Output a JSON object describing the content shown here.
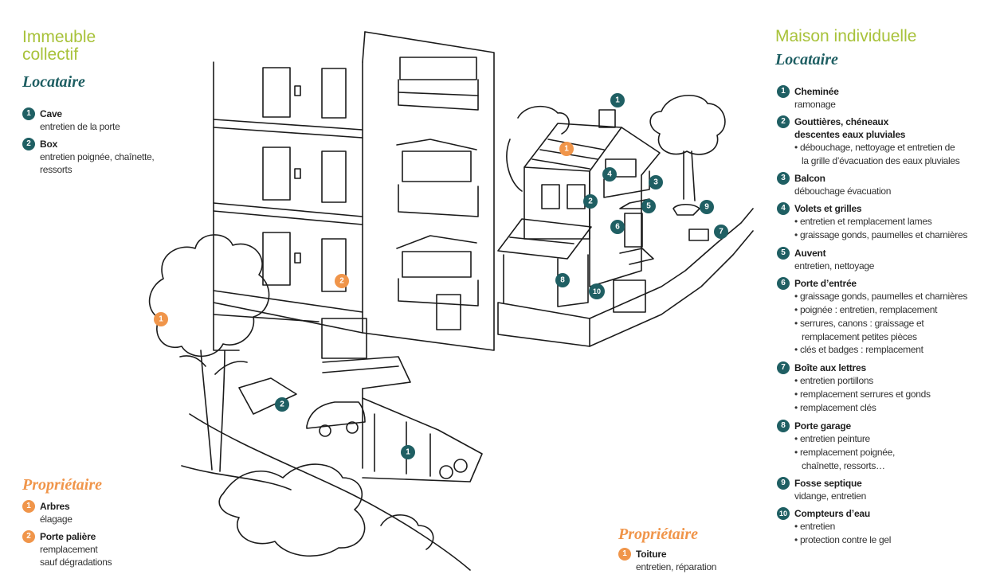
{
  "left": {
    "section_title_l1": "Immeuble",
    "section_title_l2": "collectif",
    "tenant_heading": "Locataire",
    "tenant_items": [
      {
        "num": "1",
        "title": "Cave",
        "desc": "entretien de la porte"
      },
      {
        "num": "2",
        "title": "Box",
        "desc_l1": "entretien poignée, chaînette,",
        "desc_l2": "ressorts"
      }
    ],
    "owner_heading": "Propriétaire",
    "owner_items": [
      {
        "num": "1",
        "title": "Arbres",
        "desc": "élagage"
      },
      {
        "num": "2",
        "title": "Porte palière",
        "desc_l1": "remplacement",
        "desc_l2": "sauf dégradations"
      }
    ]
  },
  "right": {
    "section_title": "Maison individuelle",
    "tenant_heading": "Locataire",
    "tenant_items": [
      {
        "num": "1",
        "title": "Cheminée",
        "desc": "ramonage"
      },
      {
        "num": "2",
        "title_l1": "Gouttières, chéneaux",
        "title_l2": "descentes eaux pluviales",
        "sub1_l1": "débouchage, nettoyage et entretien de",
        "sub1_l2": "la grille d’évacuation des eaux pluviales"
      },
      {
        "num": "3",
        "title": "Balcon",
        "desc": "débouchage évacuation"
      },
      {
        "num": "4",
        "title": "Volets et grilles",
        "subs": [
          "entretien et remplacement lames",
          "graissage gonds, paumelles et charnières"
        ]
      },
      {
        "num": "5",
        "title": "Auvent",
        "desc": "entretien, nettoyage"
      },
      {
        "num": "6",
        "title": "Porte d’entrée",
        "subs": [
          "graissage gonds, paumelles et charnières",
          "poignée : entretien, remplacement"
        ],
        "sub3_l1": "serrures, canons : graissage et",
        "sub3_l2": "remplacement petites pièces",
        "sub4": "clés et badges : remplacement"
      },
      {
        "num": "7",
        "title": "Boîte aux lettres",
        "subs": [
          "entretien portillons",
          "remplacement serrures et gonds",
          "remplacement clés"
        ]
      },
      {
        "num": "8",
        "title": "Porte garage",
        "sub1": "entretien peinture",
        "sub2_l1": "remplacement poignée,",
        "sub2_l2": "chaînette, ressorts…"
      },
      {
        "num": "9",
        "title": "Fosse septique",
        "desc": "vidange, entretien"
      },
      {
        "num": "10",
        "title": "Compteurs d’eau",
        "subs": [
          "entretien",
          "protection contre le gel"
        ]
      }
    ],
    "owner_heading": "Propriétaire",
    "owner_items": [
      {
        "num": "1",
        "title": "Toiture",
        "desc": "entretien, réparation"
      }
    ]
  },
  "illustration": {
    "markers": [
      {
        "num": "1",
        "tone": "orange"
      },
      {
        "num": "2",
        "tone": "orange"
      },
      {
        "num": "1",
        "tone": "teal"
      },
      {
        "num": "2",
        "tone": "teal"
      },
      {
        "num": "1",
        "tone": "teal"
      },
      {
        "num": "1",
        "tone": "orange"
      },
      {
        "num": "2",
        "tone": "teal"
      },
      {
        "num": "3",
        "tone": "teal"
      },
      {
        "num": "4",
        "tone": "teal"
      },
      {
        "num": "5",
        "tone": "teal"
      },
      {
        "num": "6",
        "tone": "teal"
      },
      {
        "num": "7",
        "tone": "teal"
      },
      {
        "num": "8",
        "tone": "teal"
      },
      {
        "num": "9",
        "tone": "teal"
      },
      {
        "num": "10",
        "tone": "teal"
      }
    ]
  },
  "colors": {
    "teal": "#1f5f63",
    "orange": "#f0954a",
    "lime": "#a8c23a"
  }
}
